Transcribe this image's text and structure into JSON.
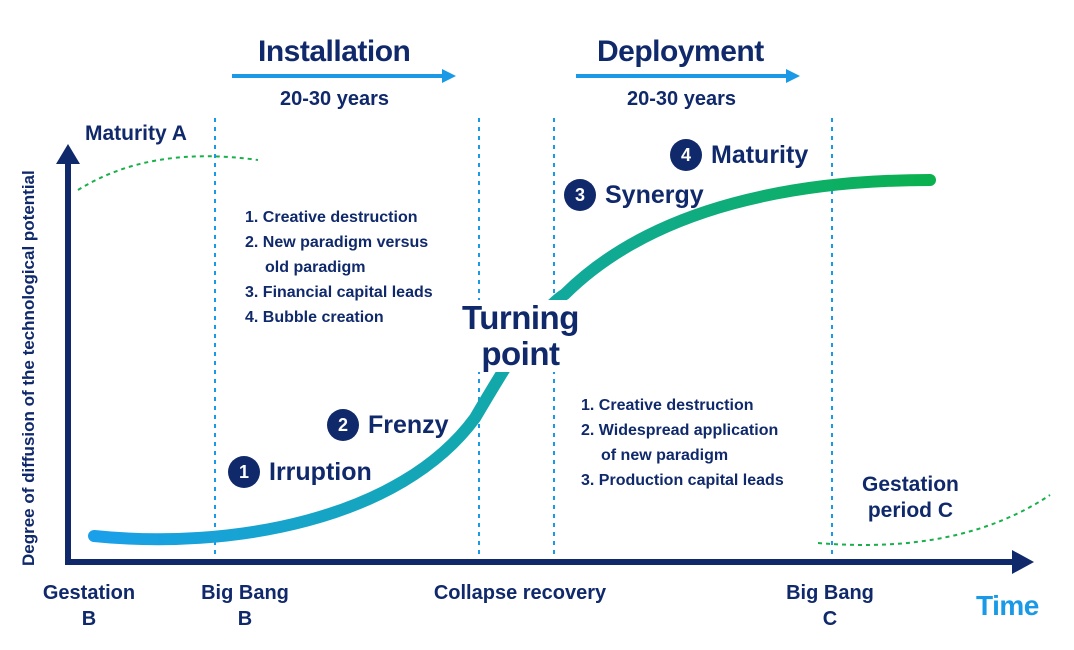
{
  "phases": {
    "installation": {
      "title": "Installation",
      "years": "20-30 years"
    },
    "deployment": {
      "title": "Deployment",
      "years": "20-30 years"
    }
  },
  "y_axis_label": "Degree of diffusion of the technological potential",
  "x_axis_label": "Time",
  "maturity_a": "Maturity A",
  "gestation_c": {
    "line1": "Gestation",
    "line2": "period C"
  },
  "turning_point": {
    "line1": "Turning",
    "line2": "point"
  },
  "x_labels": {
    "gestation_b": {
      "line1": "Gestation",
      "line2": "B"
    },
    "big_bang_b": {
      "line1": "Big Bang",
      "line2": "B"
    },
    "collapse_recovery": {
      "line1": "Collapse recovery"
    },
    "big_bang_c": {
      "line1": "Big Bang",
      "line2": "C"
    }
  },
  "stages": [
    {
      "number": "1",
      "name": "Irruption"
    },
    {
      "number": "2",
      "name": "Frenzy"
    },
    {
      "number": "3",
      "name": "Synergy"
    },
    {
      "number": "4",
      "name": "Maturity"
    }
  ],
  "installation_list": {
    "item1": "1. Creative destruction",
    "item2_line1": "2. New paradigm versus",
    "item2_line2": "old paradigm",
    "item3": "3. Financial capital leads",
    "item4": "4. Bubble creation"
  },
  "deployment_list": {
    "item1": "1. Creative destruction",
    "item2_line1": "2. Widespread application",
    "item2_line2": "of new paradigm",
    "item3": "3. Production capital leads"
  },
  "colors": {
    "navy": "#10296b",
    "blue": "#1a9ae6",
    "curve_start": "#1aa0ea",
    "curve_end": "#0bb14e",
    "dotted_green": "#18b04a"
  }
}
